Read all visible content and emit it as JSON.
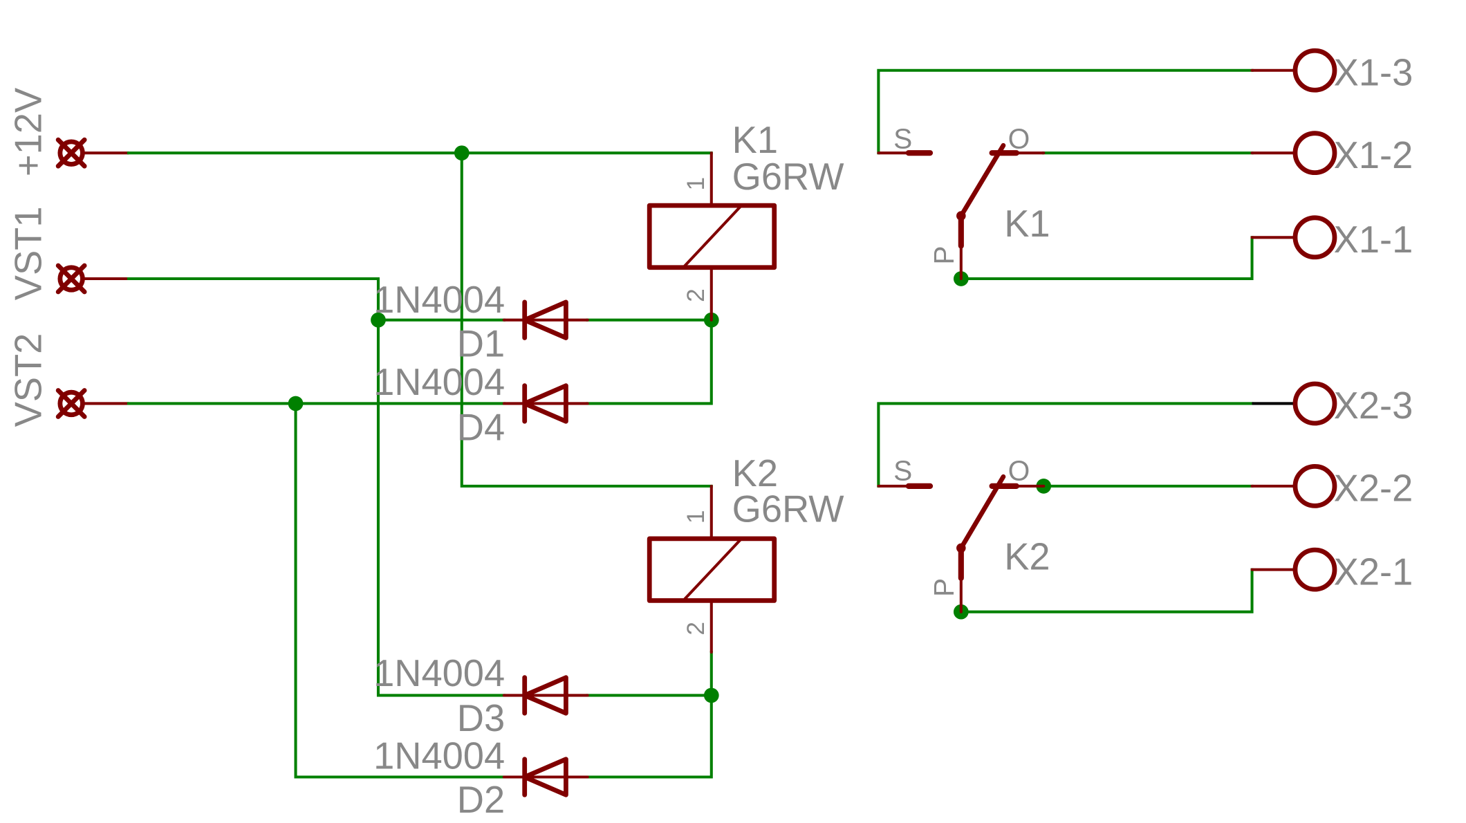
{
  "schematic": {
    "colors": {
      "net": "#008000",
      "symbol": "#800000",
      "text": "#888888",
      "background": "#ffffff"
    },
    "supply_pins": [
      {
        "label": "+12V",
        "icon": "terminal-cross-icon"
      },
      {
        "label": "VST1",
        "icon": "terminal-cross-icon"
      },
      {
        "label": "VST2",
        "icon": "terminal-cross-icon"
      }
    ],
    "relays": [
      {
        "name": "K1",
        "value": "G6RW",
        "coil_pin1": "1",
        "coil_pin2": "2",
        "switch_label": "K1",
        "contact_s": "S",
        "contact_o": "O",
        "contact_p": "P"
      },
      {
        "name": "K2",
        "value": "G6RW",
        "coil_pin1": "1",
        "coil_pin2": "2",
        "switch_label": "K2",
        "contact_s": "S",
        "contact_o": "O",
        "contact_p": "P"
      }
    ],
    "diodes": [
      {
        "name": "D1",
        "value": "1N4004"
      },
      {
        "name": "D4",
        "value": "1N4004"
      },
      {
        "name": "D3",
        "value": "1N4004"
      },
      {
        "name": "D2",
        "value": "1N4004"
      }
    ],
    "connectors": [
      {
        "label": "X1-3"
      },
      {
        "label": "X1-2"
      },
      {
        "label": "X1-1"
      },
      {
        "label": "X2-3"
      },
      {
        "label": "X2-2"
      },
      {
        "label": "X2-1"
      }
    ]
  }
}
